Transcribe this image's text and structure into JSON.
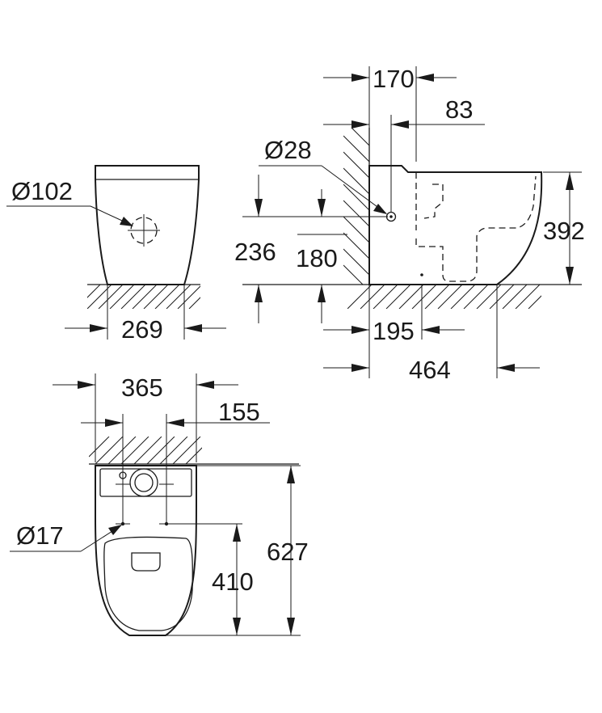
{
  "side_view_left": {
    "outlet_diameter": "Ø102",
    "base_width": "269"
  },
  "side_view_right": {
    "wall_offset": "170",
    "inlet_offset": "83",
    "inlet_diameter": "Ø28",
    "total_height": "392",
    "inlet_height_a": "236",
    "inlet_height_b": "180",
    "outlet_distance": "195",
    "total_depth": "464"
  },
  "top_view": {
    "overall_width": "365",
    "bolt_spacing": "155",
    "bolt_diameter": "Ø17",
    "bolt_to_front": "410",
    "total_length": "627"
  },
  "colors": {
    "line": "#1a1a1a",
    "background": "#ffffff"
  }
}
